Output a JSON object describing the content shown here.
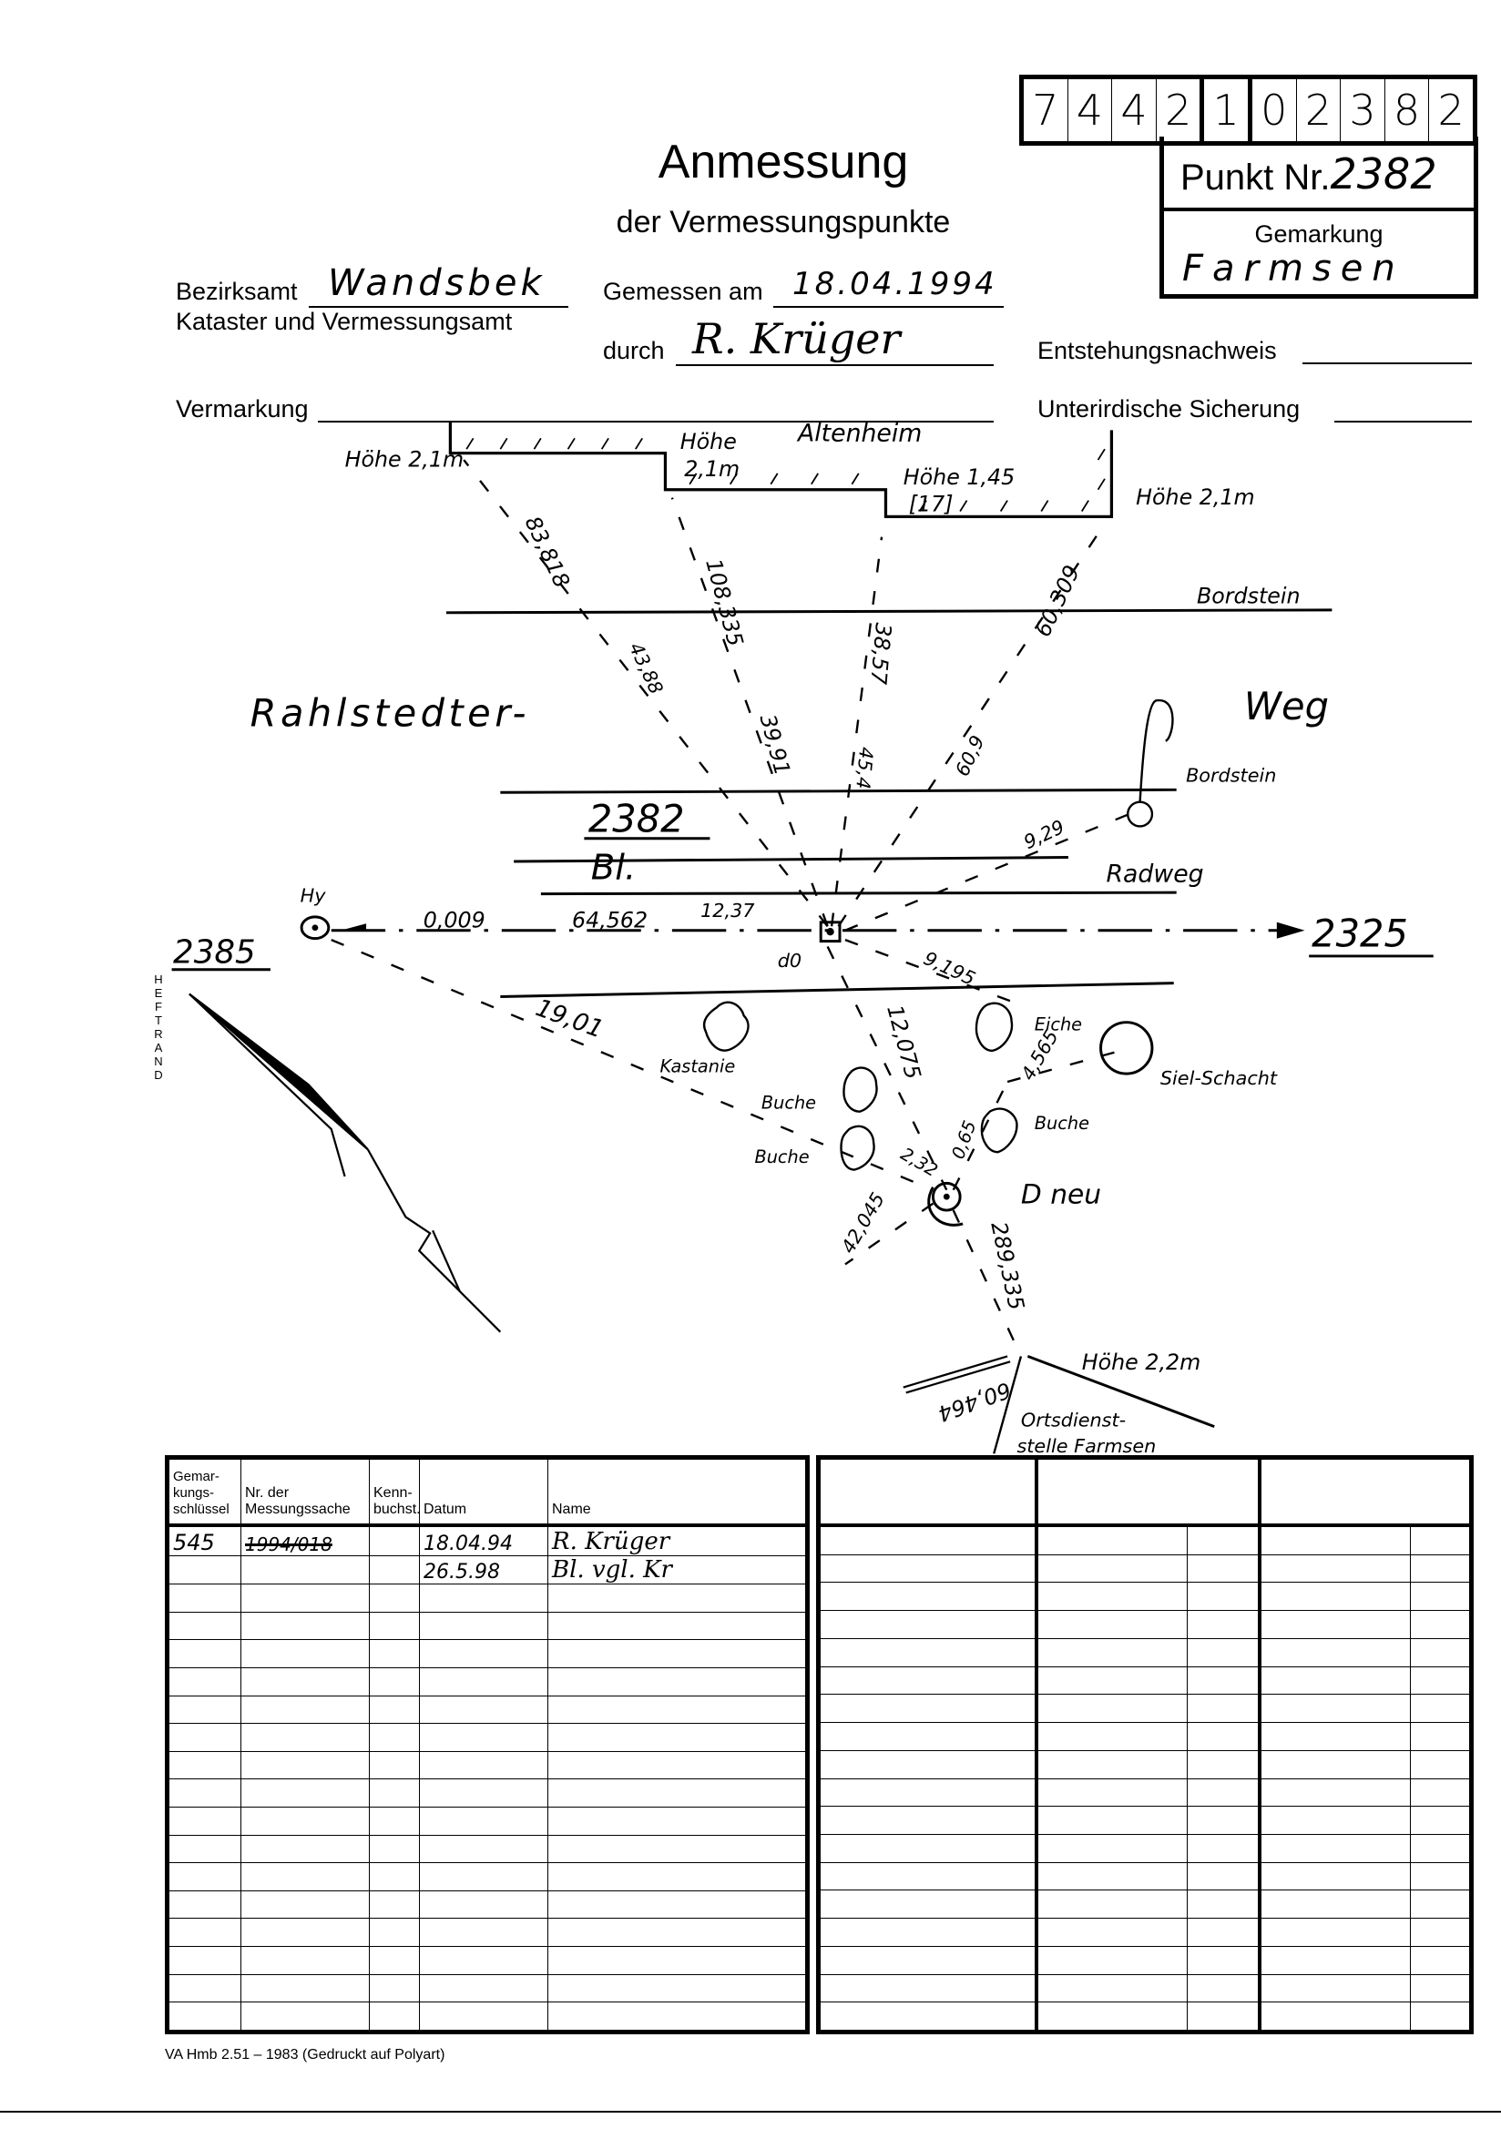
{
  "code_digits": [
    "7",
    "4",
    "4",
    "2",
    "1",
    "0",
    "2",
    "3",
    "8",
    "2"
  ],
  "punkt": {
    "label": "Punkt Nr.",
    "value": "2382"
  },
  "gemarkung": {
    "label": "Gemarkung",
    "value": "Farmsen"
  },
  "title": "Anmessung",
  "subtitle": "der Vermessungspunkte",
  "form": {
    "bezirksamt_label": "Bezirksamt",
    "bezirksamt_value": "Wandsbek",
    "kataster_label": "Kataster und Vermessungsamt",
    "gemessen_label": "Gemessen am",
    "gemessen_value": "18.04.1994",
    "durch_label": "durch",
    "durch_signature": "R. Krüger",
    "entstehung_label": "Entstehungsnachweis",
    "vermarkung_label": "Vermarkung",
    "sicherung_label": "Unterirdische Sicherung"
  },
  "sketch": {
    "altenheim": "Altenheim",
    "hoehe_1": "Höhe 2,1m",
    "hoehe_2a": "Höhe",
    "hoehe_2b": "2,1m",
    "hoehe_3": "Höhe 1,45",
    "bracket_17": "[17]",
    "hoehe_4": "Höhe 2,1m",
    "bordstein_1": "Bordstein",
    "bordstein_2": "Bordstein",
    "street_1": "Rahlstedter-",
    "street_2": "Weg",
    "point_label": "2382",
    "point_sub": "Bl.",
    "radweg": "Radweg",
    "hy": "Hy",
    "left_point": "2385",
    "right_point": "2325",
    "d0": "d0",
    "m_0": "0,009",
    "m_64": "64,562",
    "m_12": "12,37",
    "m_83": "83,818",
    "m_43": "43,88",
    "m_108": "108,335",
    "m_39": "39,91",
    "m_38": "38,57",
    "m_45": "45,4",
    "m_60a": "60,309",
    "m_60b": "60,9",
    "m_929": "9,29",
    "m_9195": "9,195",
    "m_1901": "19,01",
    "m_12075": "12,075",
    "m_4565": "4,565",
    "m_232": "2,32",
    "m_065": "0,65",
    "m_42045": "42,045",
    "m_289": "289,335",
    "m_60464": "60,464",
    "kastanie": "Kastanie",
    "eiche": "Eiche",
    "buche_1": "Buche",
    "buche_2": "Buche",
    "buche_3": "Buche",
    "siel": "Siel-Schacht",
    "dneu": "D neu",
    "hoehe_5": "Höhe 2,2m",
    "ortsdienst_1": "Ortsdienst-",
    "ortsdienst_2": "stelle Farmsen",
    "heftrand": "HEFTRAND"
  },
  "table": {
    "headers": [
      "Gemar-\nkungs-\nschlüssel",
      "Nr. der\nMessungssache",
      "Kenn-\nbuchst.",
      "Datum",
      "Name"
    ],
    "rows": [
      {
        "schluessel": "545",
        "messungssache": "1994/018",
        "kenn": "",
        "datum": "18.04.94",
        "name": "R. Krüger"
      },
      {
        "schluessel": "",
        "messungssache": "",
        "kenn": "",
        "datum": "26.5.98",
        "name": "Bl. vgl. Kr"
      }
    ],
    "total_rows": 18
  },
  "footer": "VA Hmb 2.51 – 1983 (Gedruckt auf Polyart)"
}
